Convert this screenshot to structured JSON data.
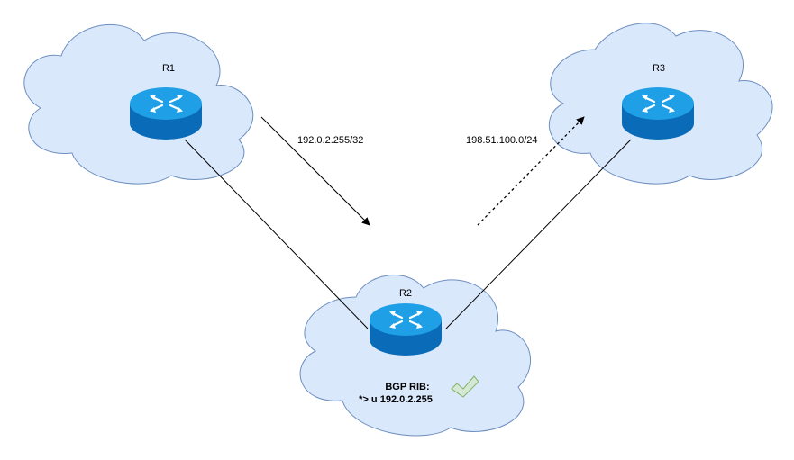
{
  "colors": {
    "cloud_fill": "#dae8fc",
    "cloud_stroke": "#6c8ebf",
    "router_top": "#1fa0e6",
    "router_side": "#0a6bb8",
    "link_line": "#000000",
    "check_fill": "#d5e8d4",
    "check_stroke": "#82b366"
  },
  "routers": [
    {
      "name": "R1",
      "icon": "router-icon"
    },
    {
      "name": "R2",
      "icon": "router-icon"
    },
    {
      "name": "R3",
      "icon": "router-icon"
    }
  ],
  "advertisements": {
    "received": {
      "prefix": "192.0.2.255/32",
      "style": "solid"
    },
    "sent": {
      "prefix": "198.51.100.0/24",
      "style": "dotted"
    }
  },
  "bgp_rib": {
    "heading": "BGP RIB:",
    "entry": "*> u 192.0.2.255",
    "status_icon": "checkmark-icon"
  }
}
